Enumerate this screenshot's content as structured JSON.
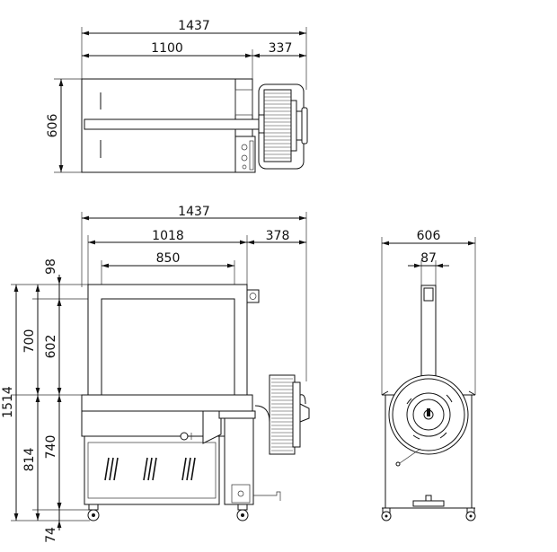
{
  "top_view": {
    "overall_width": "1437",
    "body_width": "1100",
    "coil_width": "337",
    "depth": "606"
  },
  "front_view": {
    "overall_width": "1437",
    "body_width": "1018",
    "side_width": "378",
    "arch_inner_width": "850",
    "top_offset": "98",
    "arch_height": "700",
    "arch_inner_height": "602",
    "total_height": "1514",
    "table_height": "814",
    "body_height": "740",
    "caster_height": "74"
  },
  "side_view": {
    "overall_depth": "606",
    "arch_depth": "87"
  }
}
